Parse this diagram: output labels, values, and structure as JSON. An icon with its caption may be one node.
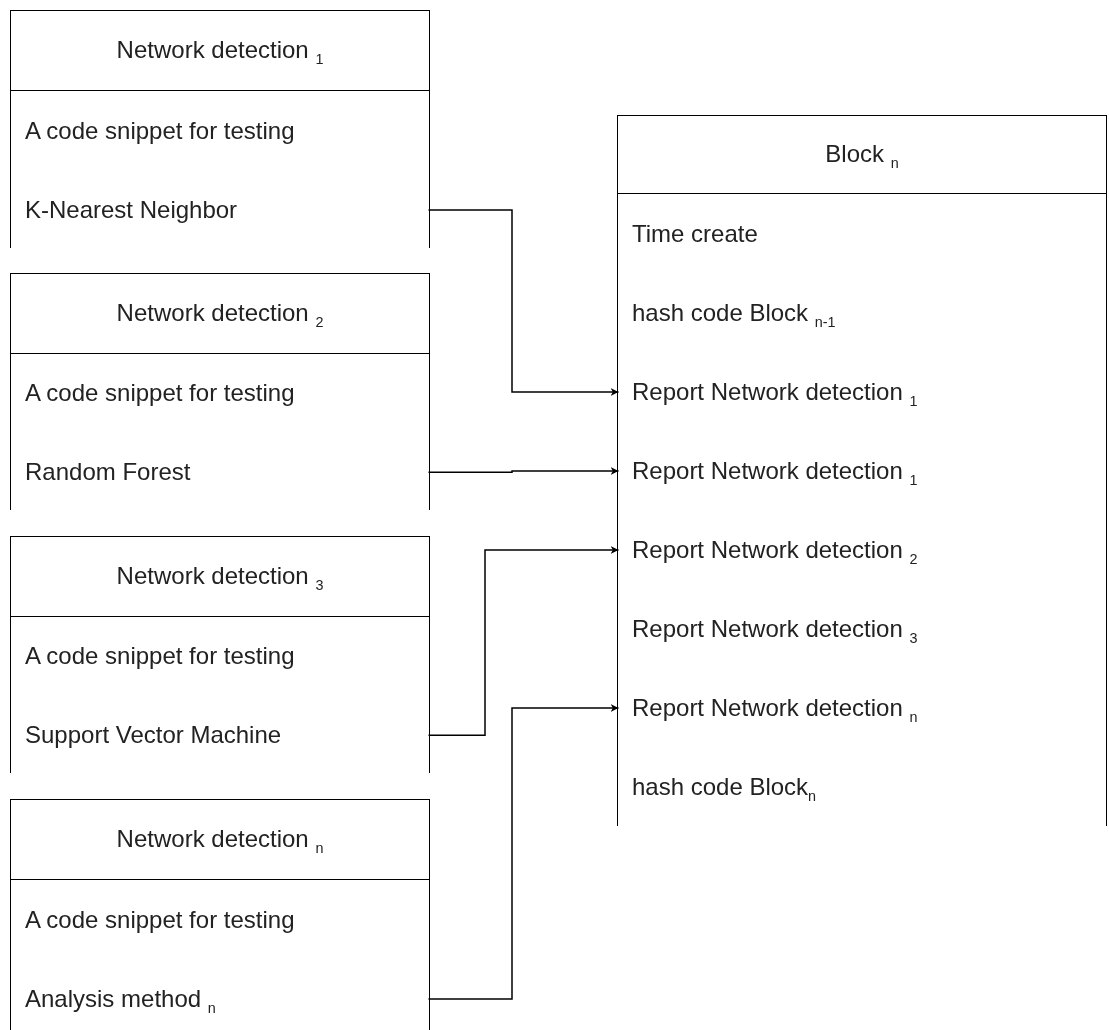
{
  "diagram": {
    "nodes": [
      {
        "text": [
          "Network detection $_{1}$"
        ]
      },
      {
        "text": [
          "A code snippet for testing"
        ],
        "in": 0
      },
      {
        "text": [
          "K-Nearest Neighbor"
        ],
        "in": 0
      },
      {
        "text": [
          "Network detection $_{2}$"
        ]
      },
      {
        "text": [
          "A code snippet for testing"
        ],
        "in": 3
      },
      {
        "text": [
          "Random Forest"
        ],
        "in": 3
      },
      {
        "text": [
          "Network detection $_{3}$"
        ]
      },
      {
        "text": [
          "A code snippet for testing"
        ],
        "in": 6
      },
      {
        "text": [
          "Support Vector Machine"
        ],
        "in": 6
      },
      {
        "text": [
          "Network detection $_{n}$"
        ]
      },
      {
        "text": [
          "A code snippet for testing"
        ],
        "in": 9
      },
      {
        "text": [
          "Analysis method $_{n}$"
        ],
        "in": 9
      },
      {
        "text": [
          "Block $_{n}$"
        ]
      },
      {
        "text": [
          "Time create"
        ],
        "in": 12
      },
      {
        "text": [
          "hash code Block $_{n-1}$"
        ],
        "in": 12
      },
      {
        "text": [
          "Report Network detection $_{1}$"
        ],
        "in": 12
      },
      {
        "text": [
          "Report Network detection $_{1}$"
        ],
        "in": 12
      },
      {
        "text": [
          "Report Network detection $_{2}$"
        ],
        "in": 12
      },
      {
        "text": [
          "Report Network detection $_{3}$"
        ],
        "in": 12
      },
      {
        "text": [
          "Report Network detection $_{n}$"
        ],
        "in": 12
      },
      {
        "text": [
          "hash code Block$_{n}$"
        ],
        "in": 12
      }
    ],
    "edges": [
      {
        "from": 2,
        "to": 15,
        "arrow": "to"
      },
      {
        "from": 5,
        "to": 16,
        "arrow": "to"
      },
      {
        "from": 8,
        "to": 17,
        "arrow": "to"
      },
      {
        "from": 11,
        "to": 19,
        "arrow": "to"
      }
    ]
  }
}
